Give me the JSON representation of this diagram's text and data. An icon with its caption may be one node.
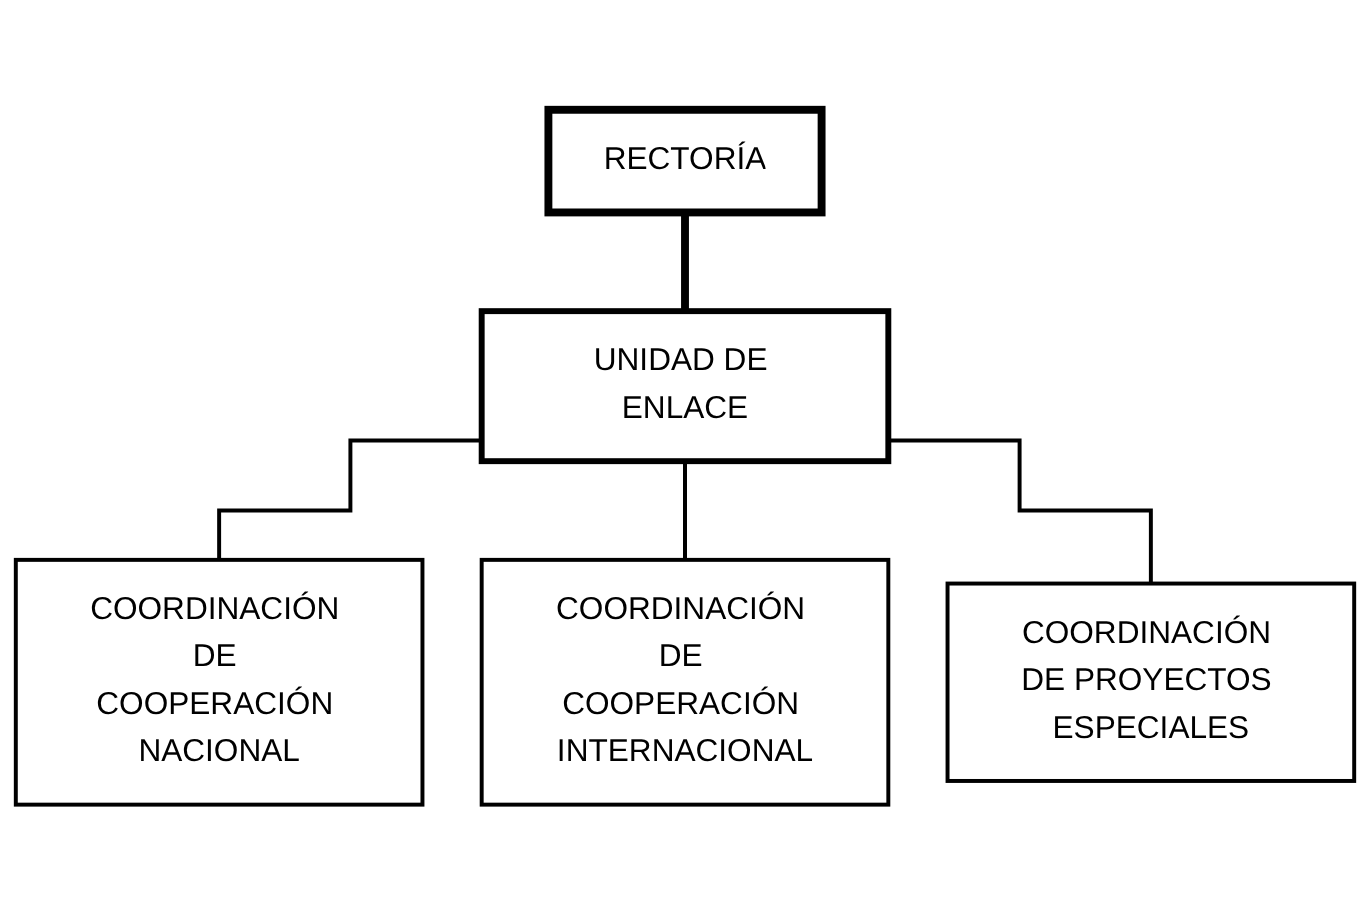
{
  "diagram": {
    "nodes": [
      {
        "text": [
          "RECTORÍA"
        ]
      },
      {
        "text": [
          "UNIDAD DE ENLACE"
        ]
      },
      {
        "text": [
          "COORDINACIÓN DE COOPERACIÓN NACIONAL"
        ]
      },
      {
        "text": [
          "COORDINACIÓN DE COOPERACIÓN INTERNACIONAL"
        ]
      },
      {
        "text": [
          "COORDINACIÓN DE PROYECTOS ESPECIALES"
        ]
      }
    ],
    "edges": [
      {
        "from": 0,
        "to": 1,
        "arrow": "none",
        "style": "thick"
      },
      {
        "from": 1,
        "to": 2,
        "arrow": "none"
      },
      {
        "from": 1,
        "to": 3,
        "arrow": "none"
      },
      {
        "from": 1,
        "to": 4,
        "arrow": "none"
      }
    ]
  }
}
